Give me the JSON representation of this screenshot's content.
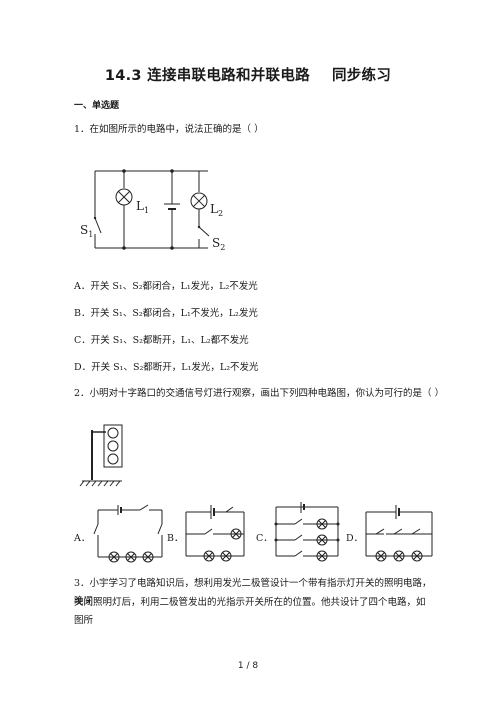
{
  "title_main": "14.3 连接串联电路和并联电路",
  "title_sub": "同步练习",
  "section": "一、单选题",
  "q1": {
    "stem": "1．在如图所示的电路中，说法正确的是（    ）",
    "labels": {
      "L1": "L",
      "L1_sub": "1",
      "L2": "L",
      "L2_sub": "2",
      "S1": "S",
      "S1_sub": "1",
      "S2": "S",
      "S2_sub": "2"
    },
    "options": [
      "A．开关 S₁、S₂都闭合，L₁发光，L₂不发光",
      "B．开关 S₁、S₂都闭合，L₁不发光，L₂发光",
      "C．开关 S₁、S₂都断开，L₁、L₂都不发光",
      "D．开关 S₁、S₂都断开，L₁发光，L₂不发光"
    ]
  },
  "q2": {
    "stem": "2．小明对十字路口的交通信号灯进行观察，画出下列四种电路图，你认为可行的是（    ）",
    "choice_labels": [
      "A．",
      "B．",
      "C．",
      "D．"
    ]
  },
  "q3": {
    "line1": "3．小宇学习了电路知识后，想利用发光二极管设计一个带有指示灯开关的照明电路，晚间",
    "line2": "关闭照明灯后，利用二极管发出的光指示开关所在的位置。他共设计了四个电路，如图所"
  },
  "footer": "1 / 8"
}
